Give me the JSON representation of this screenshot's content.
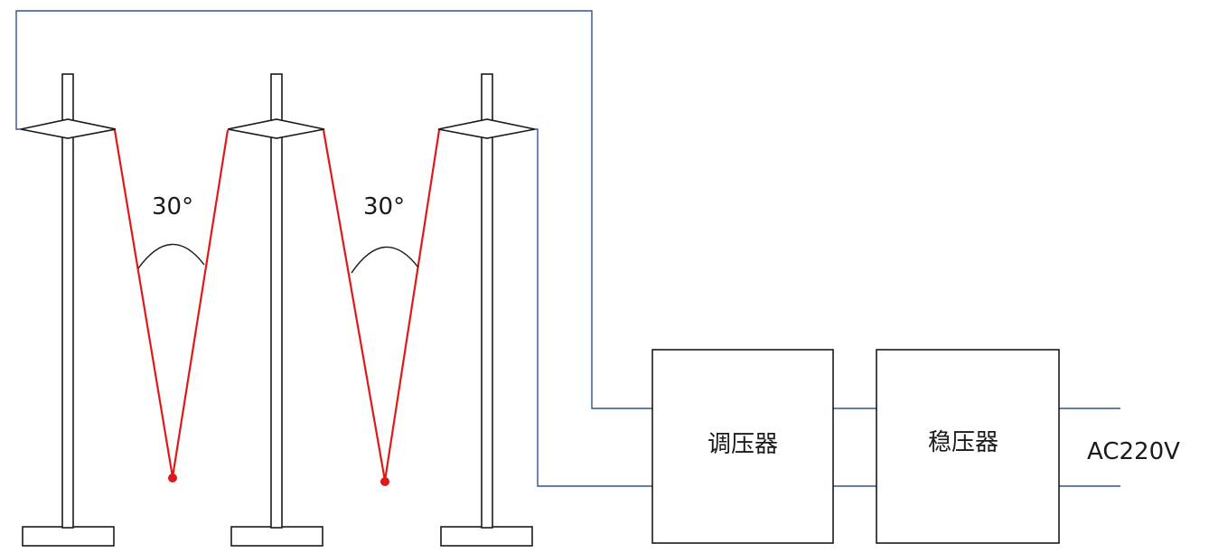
{
  "diagram": {
    "angle_labels": [
      "30°",
      "30°"
    ],
    "regulator_label": "调压器",
    "stabilizer_label": "稳压器",
    "supply_label": "AC220V",
    "colors": {
      "wire": "#2f5597",
      "heating_wire": "#e01818",
      "outline": "#1a1a1a"
    }
  }
}
